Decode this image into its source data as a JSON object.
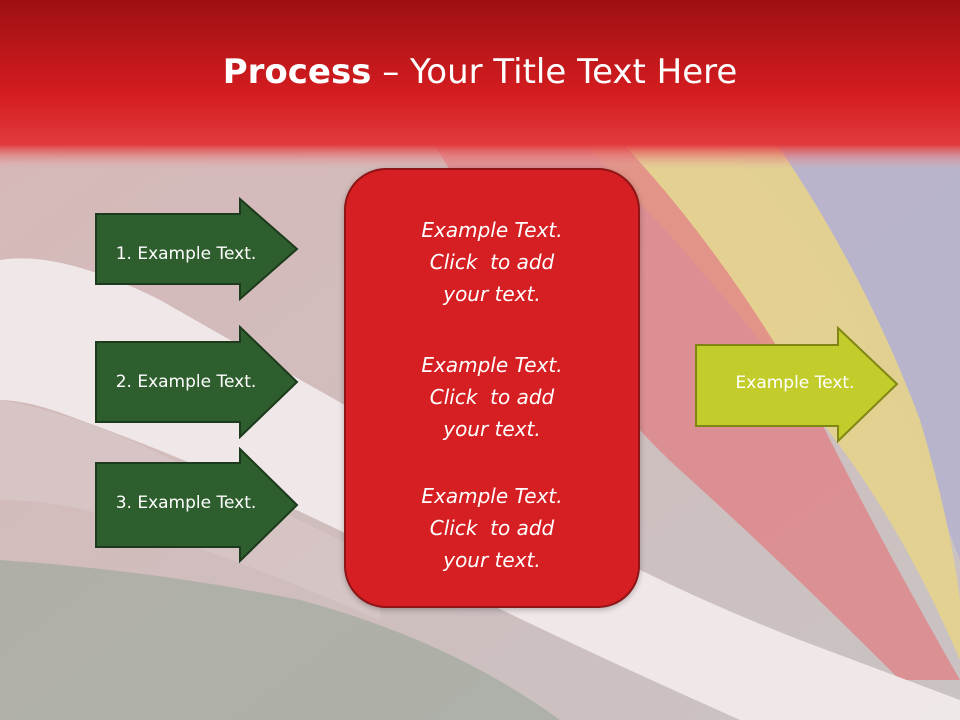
{
  "title": {
    "bold": "Process",
    "rest": " – Your Title Text Here"
  },
  "left_arrows": [
    {
      "label": "1. Example Text."
    },
    {
      "label": "2. Example Text."
    },
    {
      "label": "3. Example Text."
    }
  ],
  "center_box": {
    "blocks": [
      {
        "lines": [
          "Example Text.",
          "Click  to add",
          "your text."
        ]
      },
      {
        "lines": [
          "Example Text.",
          "Click  to add",
          "your text."
        ]
      },
      {
        "lines": [
          "Example Text.",
          "Click  to add",
          "your text."
        ]
      }
    ]
  },
  "right_arrow": {
    "label": "Example Text."
  },
  "colors": {
    "title_bar": "#c0161b",
    "left_arrow_fill": "#2e5e2e",
    "center_box_fill": "#d61f22",
    "right_arrow_fill": "#c2cc2a"
  }
}
